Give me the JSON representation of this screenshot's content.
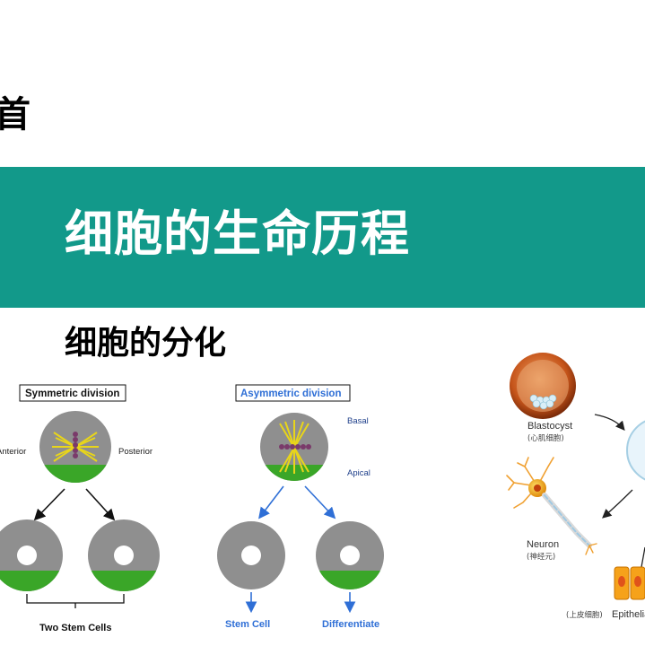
{
  "header": {
    "fragment": "首",
    "banner_title": "细胞的生命历程"
  },
  "section": {
    "title": "细胞的分化"
  },
  "symmetric": {
    "box_label": "Symmetric division",
    "left_label": "Anterior",
    "right_label": "Posterior",
    "bottom_label": "Two Stem Cells"
  },
  "asymmetric": {
    "box_label": "Asymmetric division",
    "top_label": "Basal",
    "middle_label": "Apical",
    "left_result": "Stem Cell",
    "right_result": "Differentiate"
  },
  "photo": {
    "blastocyst": "Blastocyst",
    "blastocyst_cn": "(心肌细胞)",
    "neuron": "Neuron",
    "neuron_cn": "(神经元)",
    "epithelial_cn": "(上皮细胞)",
    "epithelial": "Epithelial"
  },
  "colors": {
    "banner": "#12998a",
    "cell_gray": "#8f8f8f",
    "cell_green": "#3aa628",
    "spindle_yellow": "#e8d51a",
    "asym_blue": "#2f6fd6"
  }
}
